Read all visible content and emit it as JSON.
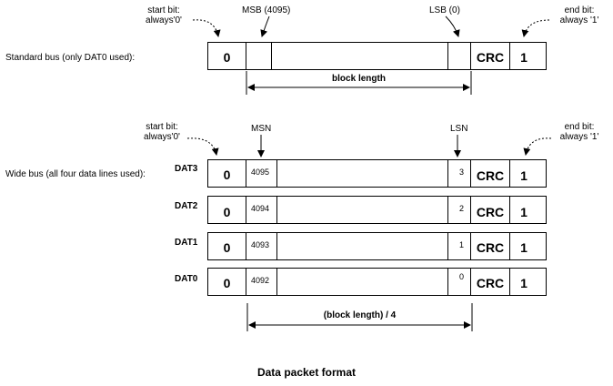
{
  "standard": {
    "label": "Standard bus (only DAT0 used):",
    "start_bit_line1": "start bit:",
    "start_bit_line2": "always'0'",
    "msb": "MSB (4095)",
    "lsb": "LSB (0)",
    "end_bit_line1": "end bit:",
    "end_bit_line2": "always '1'",
    "start_value": "0",
    "crc": "CRC",
    "end_value": "1",
    "block_length": "block length"
  },
  "wide": {
    "label": "Wide bus (all four data lines used):",
    "start_bit_line1": "start bit:",
    "start_bit_line2": "always'0'",
    "msn": "MSN",
    "lsn": "LSN",
    "end_bit_line1": "end bit:",
    "end_bit_line2": "always '1'",
    "block_length": "(block length) / 4",
    "rows": [
      {
        "line": "DAT3",
        "start": "0",
        "msn_value": "4095",
        "lsn_value": "3",
        "crc": "CRC",
        "end": "1"
      },
      {
        "line": "DAT2",
        "start": "0",
        "msn_value": "4094",
        "lsn_value": "2",
        "crc": "CRC",
        "end": "1"
      },
      {
        "line": "DAT1",
        "start": "0",
        "msn_value": "4093",
        "lsn_value": "1",
        "crc": "CRC",
        "end": "1"
      },
      {
        "line": "DAT0",
        "start": "0",
        "msn_value": "4092",
        "lsn_value": "0",
        "crc": "CRC",
        "end": "1"
      }
    ]
  },
  "caption": "Data packet format"
}
